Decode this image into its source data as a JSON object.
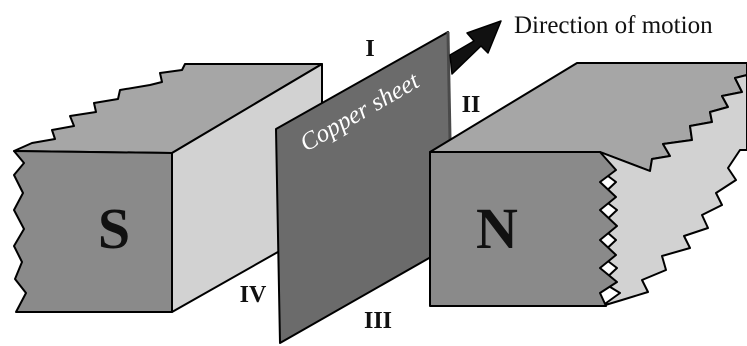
{
  "diagram": {
    "motion_label": "Direction of motion",
    "sheet_label": "Copper sheet",
    "south_pole_label": "S",
    "north_pole_label": "N",
    "edge_labels": {
      "top": "I",
      "right": "II",
      "bottom": "III",
      "left": "IV"
    }
  },
  "colors": {
    "magnet_front": "#8a8a8a",
    "magnet_top": "#a6a6a6",
    "magnet_side_light": "#d2d2d2",
    "copper_sheet": "#6b6b6b",
    "copper_sheet_edge": "#4a4a4a",
    "arrow": "#111111",
    "outline": "#000000"
  }
}
